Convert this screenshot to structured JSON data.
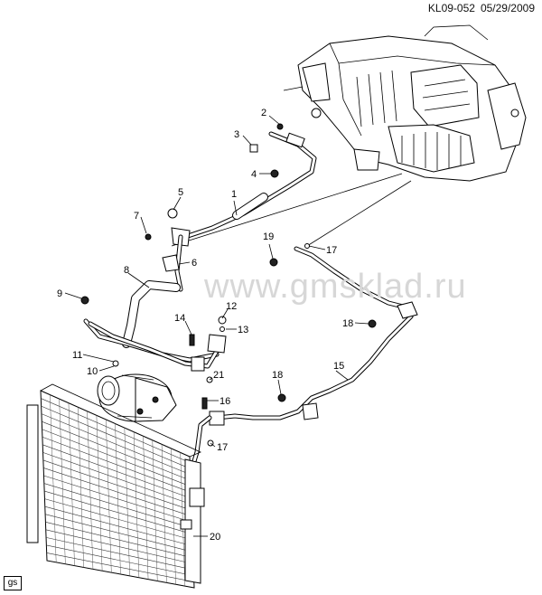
{
  "header": {
    "code": "KL09-052",
    "date": "05/29/2009"
  },
  "watermark": "www.gmsklad.ru",
  "badge": "gs",
  "callouts": {
    "c1": "1",
    "c2": "2",
    "c3": "3",
    "c4": "4",
    "c5": "5",
    "c6": "6",
    "c7": "7",
    "c8": "8",
    "c9": "9",
    "c10": "10",
    "c11": "11",
    "c12": "12",
    "c13": "13",
    "c14": "14",
    "c15": "15",
    "c16": "16",
    "c17a": "17",
    "c17b": "17",
    "c18a": "18",
    "c18b": "18",
    "c19": "19",
    "c20": "20",
    "c21": "21"
  }
}
